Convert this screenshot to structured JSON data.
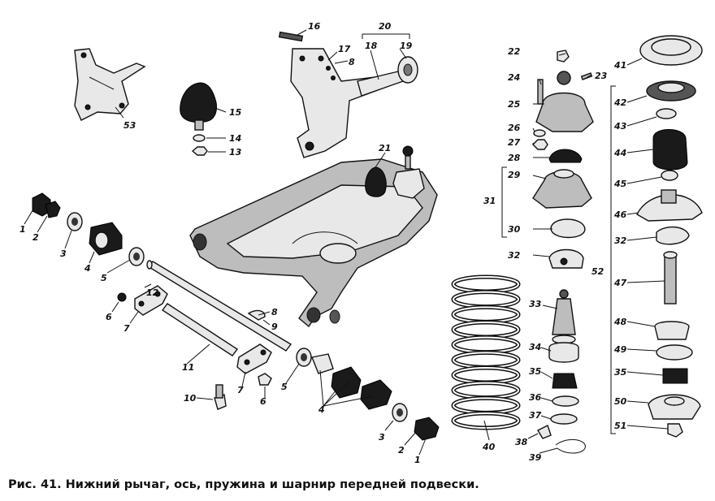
{
  "caption": "Рис. 41. Нижний рычаг, ось, пружина и шарнир передней подвески.",
  "labels": [
    "1",
    "2",
    "3",
    "4",
    "5",
    "6",
    "7",
    "8",
    "9",
    "10",
    "11",
    "12",
    "13",
    "14",
    "15",
    "16",
    "17",
    "18",
    "19",
    "20",
    "21",
    "22",
    "23",
    "24",
    "25",
    "26",
    "27",
    "28",
    "29",
    "30",
    "31",
    "32",
    "33",
    "34",
    "35",
    "36",
    "37",
    "38",
    "39",
    "40",
    "41",
    "42",
    "43",
    "44",
    "45",
    "46",
    "47",
    "48",
    "49",
    "50",
    "51",
    "52",
    "53"
  ]
}
